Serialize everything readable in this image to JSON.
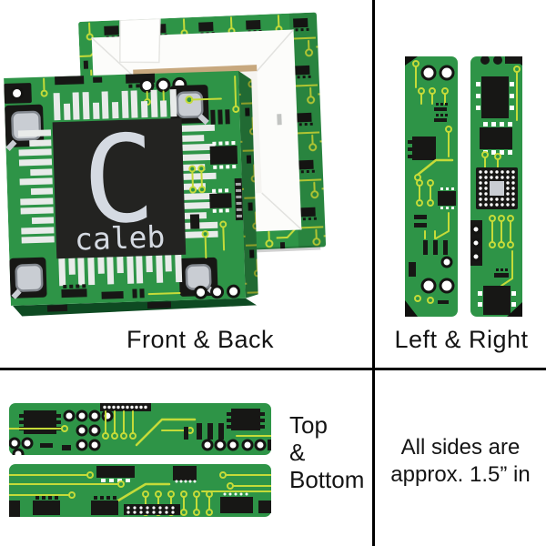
{
  "personalization": {
    "initial": "C",
    "name": "caleb"
  },
  "sections": {
    "front_back": {
      "label": "Front & Back"
    },
    "left_right": {
      "label": "Left & Right"
    },
    "top_bottom": {
      "lines": [
        "Top",
        "&",
        "Bottom"
      ]
    },
    "size_note": {
      "lines": [
        "All sides are",
        "approx. 1.5” in"
      ]
    }
  },
  "colors": {
    "board_green": "#2E9447",
    "trace_yellow": "#C5DB39",
    "chip_black": "#232321",
    "chip_text": "#D5DAE2",
    "canvas_back_white": "#FCFCFA",
    "wood_tan": "#C7A87E",
    "label_text": "#141414",
    "divider": "#000000"
  }
}
